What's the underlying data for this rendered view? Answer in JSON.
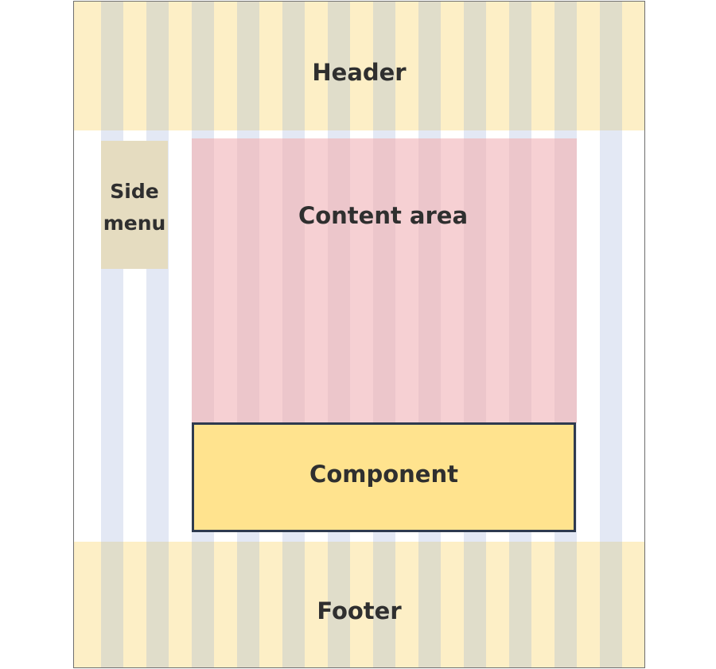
{
  "regions": {
    "header": {
      "label": "Header"
    },
    "side_menu": {
      "label_line1": "Side",
      "label_line2": "menu"
    },
    "content_area": {
      "label": "Content area"
    },
    "component": {
      "label": "Component"
    },
    "footer": {
      "label": "Footer"
    }
  },
  "colors": {
    "header_footer_fill": "#fdefc6",
    "grid_column_on_band": "#e0ddca",
    "grid_column_light": "#e3e8f4",
    "content_fill": "#f6d0d3",
    "content_column": "#ecc6cb",
    "side_menu_fill": "#e5dcc0",
    "component_fill": "#ffe38e",
    "component_border": "#2e3a4f",
    "frame_border": "#6e6e6e"
  },
  "grid": {
    "columns": 12
  }
}
